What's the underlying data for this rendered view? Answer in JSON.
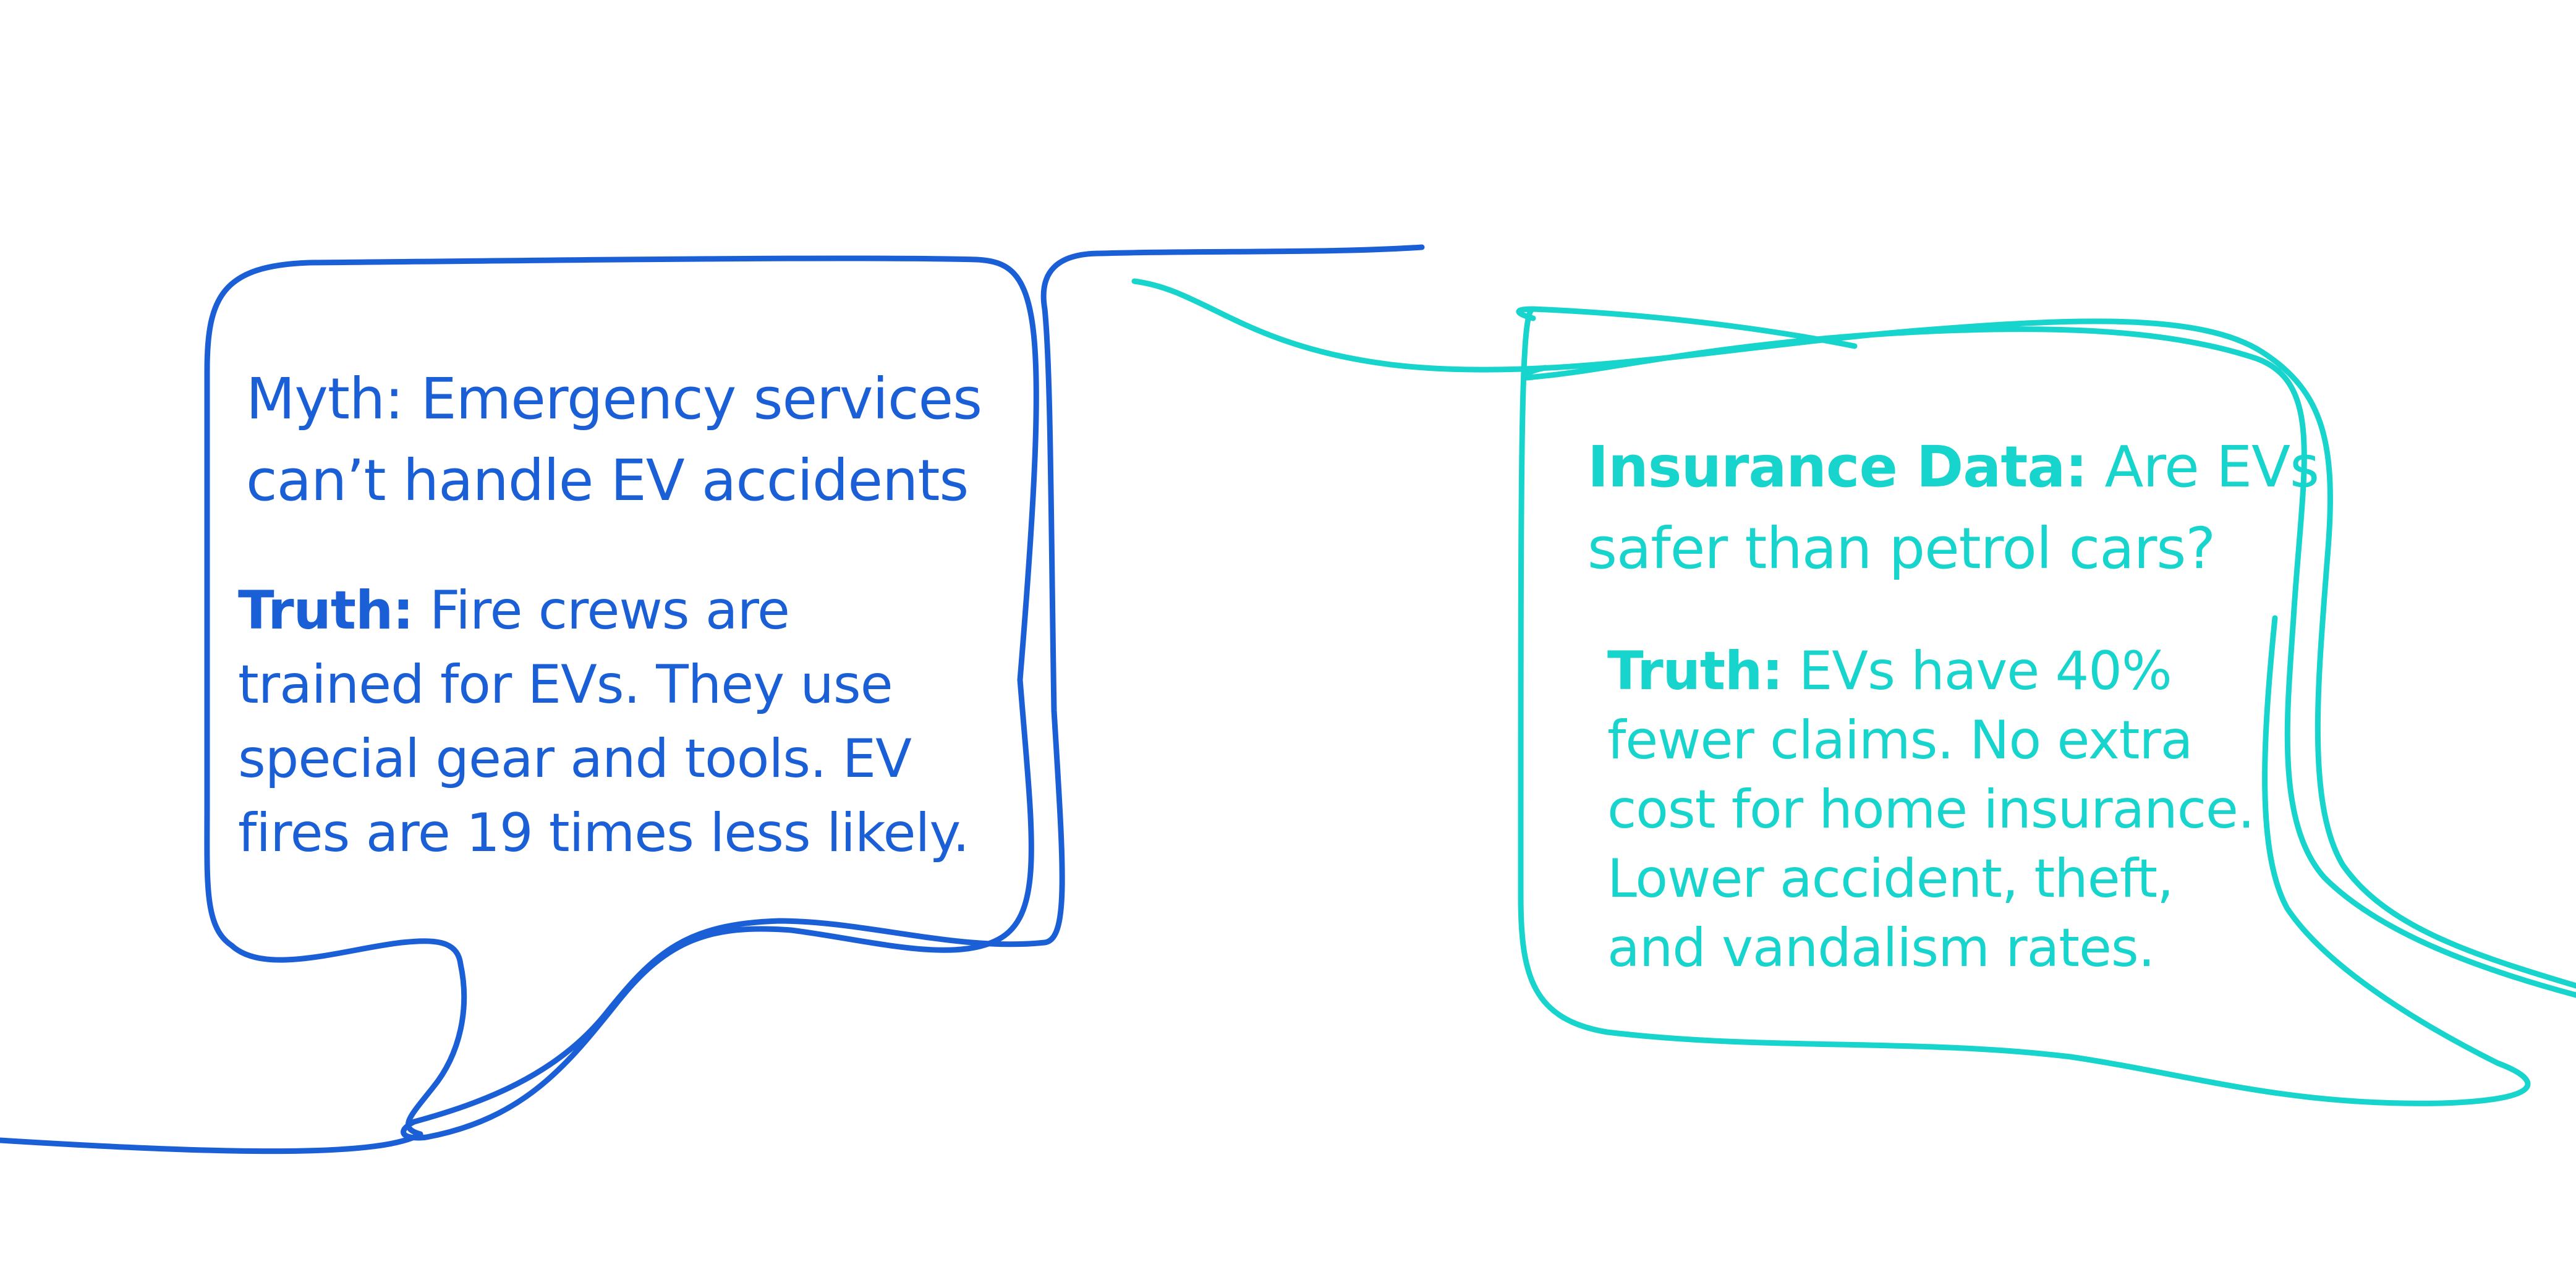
{
  "colors": {
    "blue": "#1b5fd6",
    "cyan": "#17d4cc",
    "background": "#ffffff"
  },
  "left_bubble": {
    "myth_lines": [
      "Myth: Emergency services",
      "can’t handle EV accidents"
    ],
    "truth_label": "Truth:",
    "truth_first": " Fire crews are",
    "truth_lines": [
      "trained for EVs. They use",
      "special gear and tools. EV",
      "fires are 19 times less likely."
    ]
  },
  "right_bubble": {
    "title_label": "Insurance Data:",
    "title_first": " Are EVs",
    "title_line2": "safer than petrol cars?",
    "truth_label": "Truth:",
    "truth_first": " EVs have 40%",
    "truth_lines": [
      "fewer claims. No extra",
      "cost for home insurance.",
      "Lower accident, theft,",
      "and vandalism rates."
    ]
  }
}
